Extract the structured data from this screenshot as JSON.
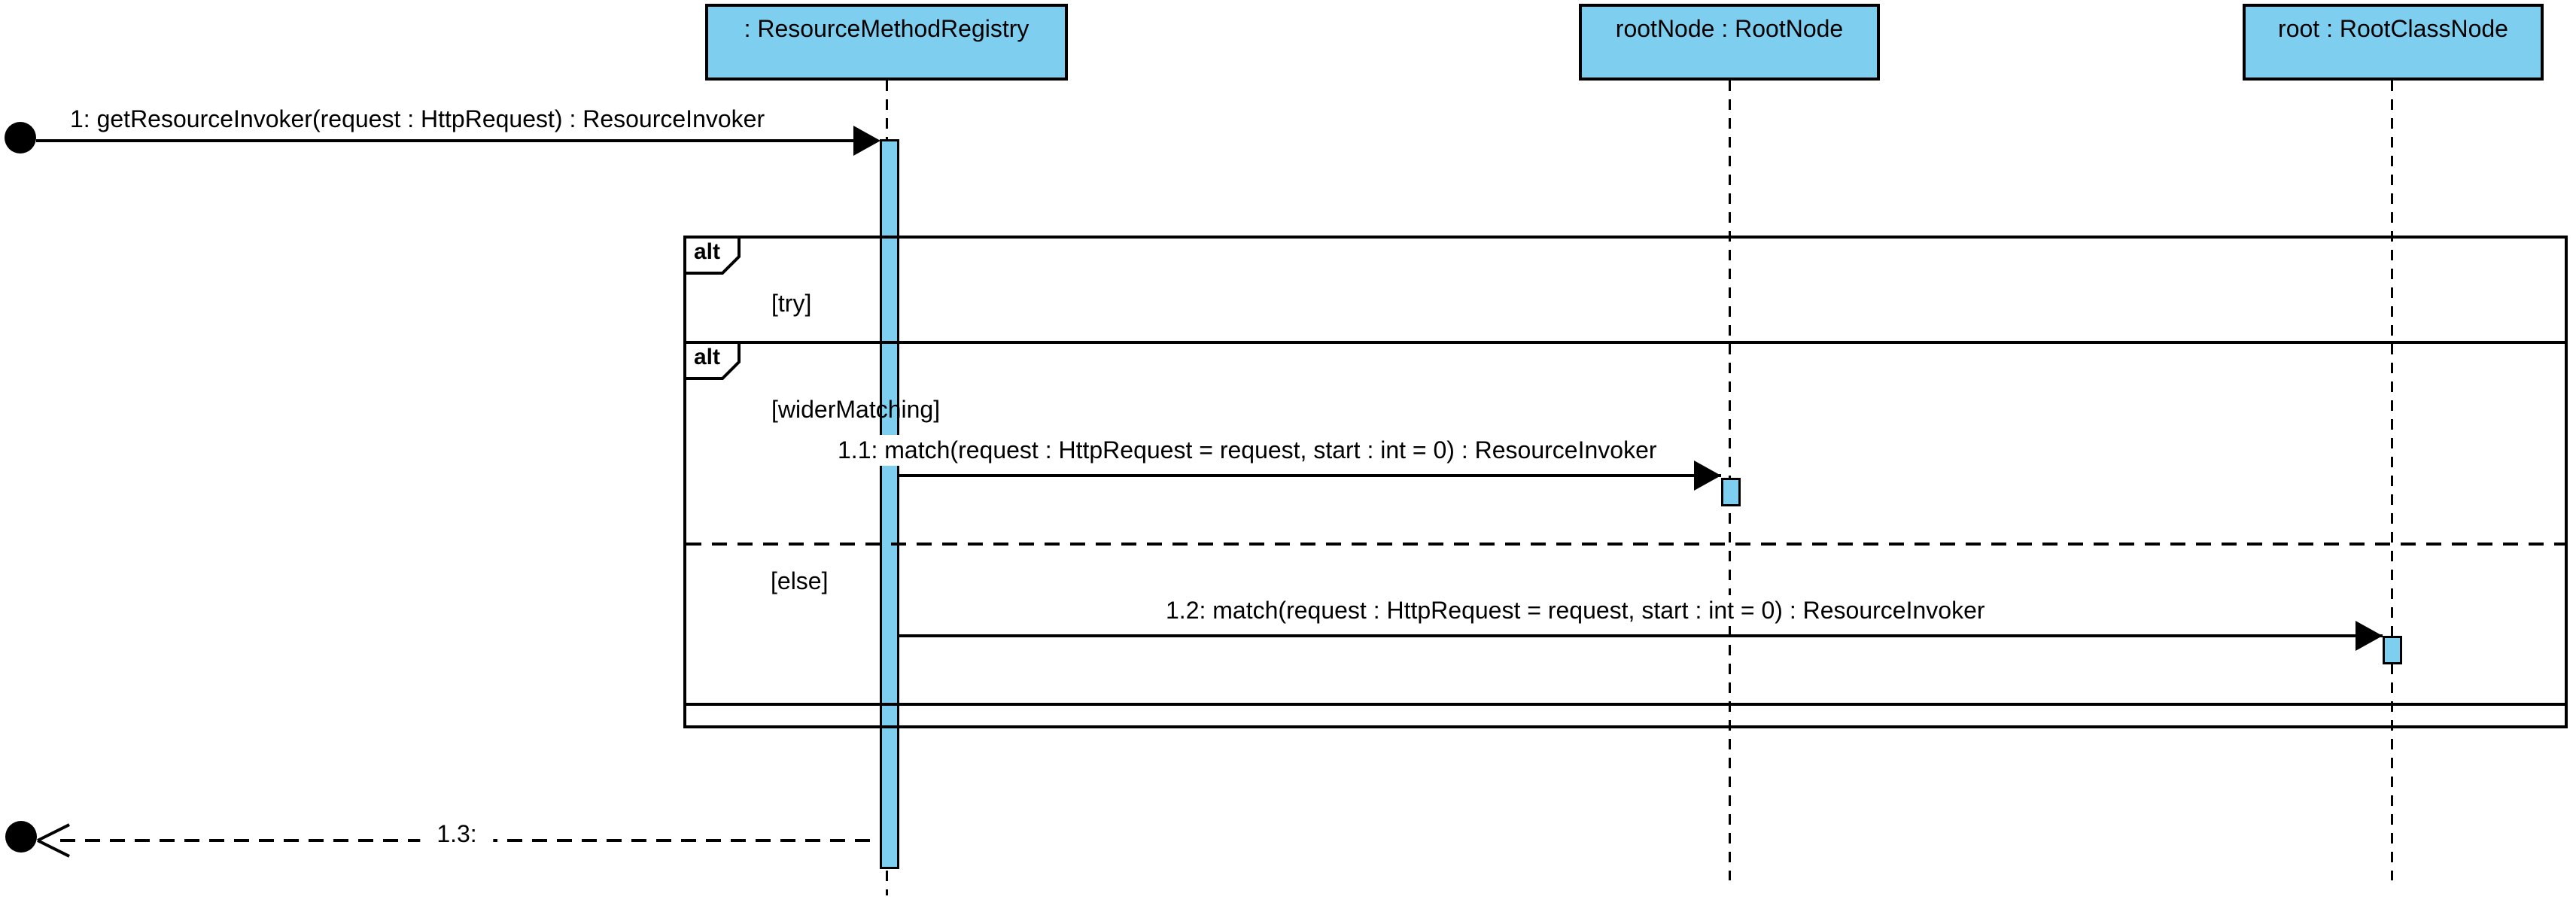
{
  "diagram": {
    "type": "uml-sequence-diagram",
    "colors": {
      "lifeline_fill": "#7DCEEF",
      "line": "#000000",
      "background": "#ffffff"
    },
    "lifelines": [
      {
        "label": ": ResourceMethodRegistry"
      },
      {
        "label": "rootNode : RootNode"
      },
      {
        "label": "root : RootClassNode"
      }
    ],
    "fragments": [
      {
        "operator": "alt",
        "guards": {
          "first": "[try]"
        }
      },
      {
        "operator": "alt",
        "guards": {
          "first": "[widerMatching]",
          "second": "[else]"
        }
      }
    ],
    "messages": [
      {
        "label": "1: getResourceInvoker(request : HttpRequest) : ResourceInvoker",
        "kind": "found-call"
      },
      {
        "label": "1.1: match(request : HttpRequest = request, start : int = 0) : ResourceInvoker",
        "kind": "call"
      },
      {
        "label": "1.2: match(request : HttpRequest = request, start : int = 0) : ResourceInvoker",
        "kind": "call"
      },
      {
        "label": "1.3:",
        "kind": "return"
      }
    ]
  }
}
